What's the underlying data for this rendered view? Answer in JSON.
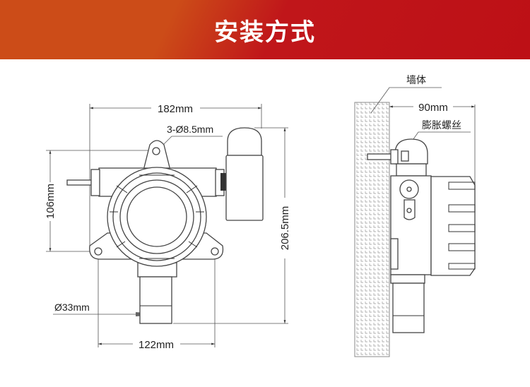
{
  "header": {
    "title": "安装方式"
  },
  "front_view": {
    "width_label": "182mm",
    "hole_label": "3-Ø8.5mm",
    "height_top_label": "106mm",
    "total_height_label": "206.5mm",
    "sensor_diameter_label": "Ø33mm",
    "hole_spacing_label": "122mm"
  },
  "side_view": {
    "wall_label": "墙体",
    "depth_label": "90mm",
    "bolt_label": "膨胀螺丝"
  },
  "colors": {
    "banner_left": "#cc4c18",
    "banner_right": "#bd1016"
  }
}
